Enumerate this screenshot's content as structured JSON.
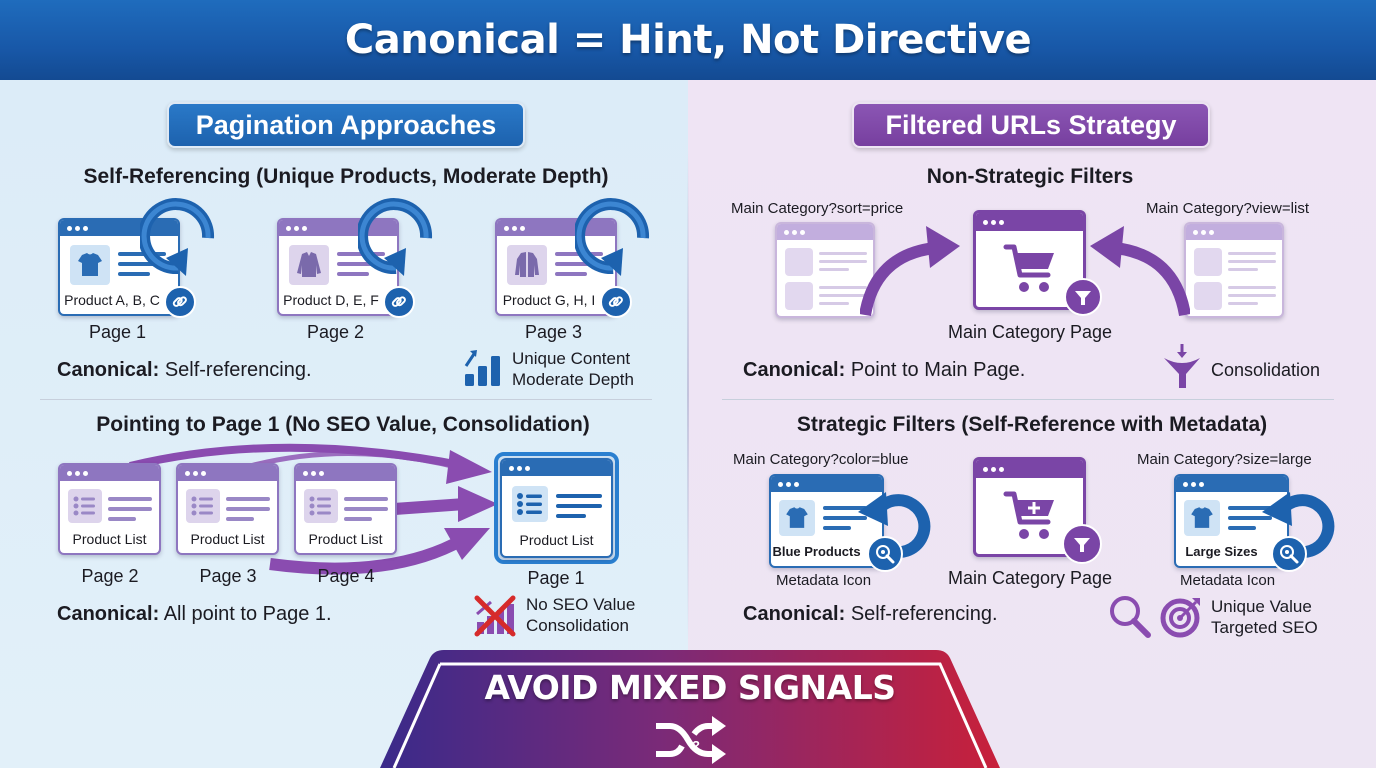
{
  "header": {
    "title": "Canonical = Hint, Not Directive"
  },
  "left": {
    "title": "Pagination Approaches",
    "self_ref": {
      "heading": "Self-Referencing (Unique Products, Moderate Depth)",
      "pages": [
        {
          "content": "Product A, B, C",
          "label": "Page 1",
          "icon": "tshirt-icon"
        },
        {
          "content": "Product D, E, F",
          "label": "Page 2",
          "icon": "shirt-icon"
        },
        {
          "content": "Product G, H, I",
          "label": "Page 3",
          "icon": "jacket-icon"
        }
      ],
      "canonical_label": "Canonical:",
      "canonical_text": "Self-referencing.",
      "note_line1": "Unique Content",
      "note_line2": "Moderate Depth"
    },
    "point_p1": {
      "heading": "Pointing to Page 1 (No SEO Value, Consolidation)",
      "pages": [
        {
          "content": "Product List",
          "label": "Page 2"
        },
        {
          "content": "Product List",
          "label": "Page 3"
        },
        {
          "content": "Product List",
          "label": "Page 4"
        }
      ],
      "target": {
        "content": "Product List",
        "label": "Page 1"
      },
      "canonical_label": "Canonical:",
      "canonical_text": "All point to Page 1.",
      "note_line1": "No SEO Value",
      "note_line2": "Consolidation"
    }
  },
  "right": {
    "title": "Filtered URLs Strategy",
    "non_strategic": {
      "heading": "Non-Strategic Filters",
      "left_url": "Main Category?sort=price",
      "right_url": "Main Category?view=list",
      "center_label": "Main Category Page",
      "canonical_label": "Canonical:",
      "canonical_text": "Point to Main Page.",
      "note": "Consolidation"
    },
    "strategic": {
      "heading": "Strategic Filters (Self-Reference with Metadata)",
      "left_url": "Main Category?color=blue",
      "left_content": "Blue Products",
      "left_label": "Metadata Icon",
      "center_label": "Main Category Page",
      "right_url": "Main Category?size=large",
      "right_content": "Large Sizes",
      "right_label": "Metadata Icon",
      "canonical_label": "Canonical:",
      "canonical_text": "Self-referencing.",
      "note_line1": "Unique Value",
      "note_line2": "Targeted SEO"
    }
  },
  "footer": {
    "banner": "AVOID MIXED SIGNALS",
    "icon": "shuffle-question-icon"
  },
  "colors": {
    "blue": "#1d62ae",
    "purple": "#7a45a6",
    "red": "#c0223a",
    "light_blue_bg": "#dcecf8",
    "light_purple_bg": "#efe4f4"
  }
}
